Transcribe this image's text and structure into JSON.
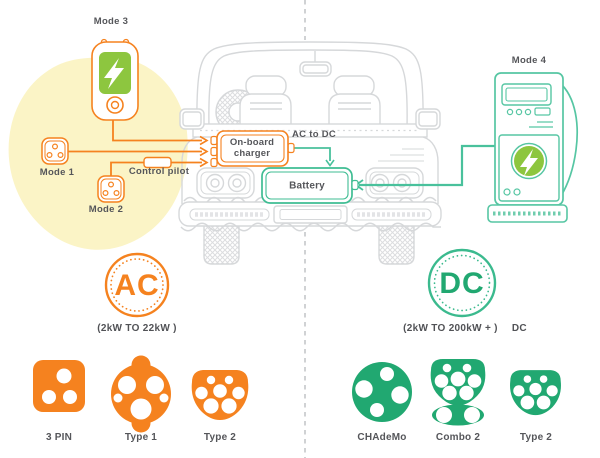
{
  "diagram": {
    "ac_section": {
      "mode3_label": "Mode 3",
      "mode1_label": "Mode 1",
      "mode2_label": "Mode 2",
      "control_pilot_label": "Control pilot",
      "badge": "AC",
      "power_range": "(2kW TO 22kW )",
      "connectors": [
        {
          "name": "3 PIN"
        },
        {
          "name": "Type 1"
        },
        {
          "name": "Type 2"
        }
      ]
    },
    "dc_section": {
      "mode4_label": "Mode 4",
      "badge": "DC",
      "power_range": "(2kW TO 200kW + )",
      "power_range_suffix": "DC",
      "connectors": [
        {
          "name": "CHAdeMo"
        },
        {
          "name": "Combo 2"
        },
        {
          "name": "Type 2"
        }
      ]
    },
    "car": {
      "onboard_charger_line1": "On-board",
      "onboard_charger_line2": "charger",
      "ac_to_dc_label": "AC to DC",
      "battery_label": "Battery"
    },
    "colors": {
      "ac_orange": "#F5821F",
      "dc_green": "#21A871",
      "teal_line": "#49C19C",
      "station_teal": "#56C6A3",
      "lime_green": "#8DC63F",
      "highlight_yellow": "#FBF4C6",
      "car_outline_gray": "#D6D8DA",
      "label_gray": "#55565A"
    }
  }
}
